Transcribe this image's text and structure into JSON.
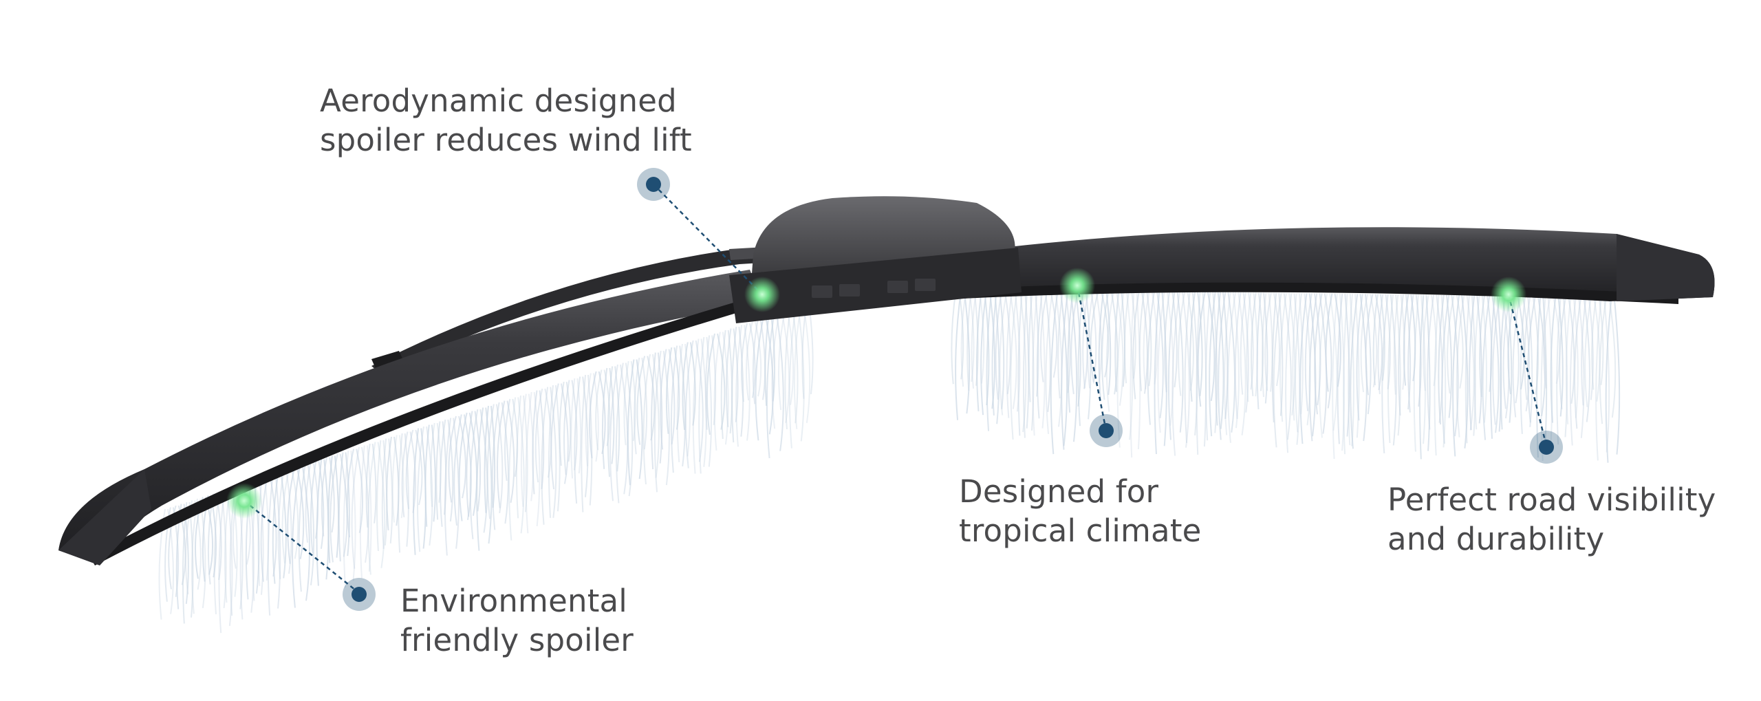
{
  "callouts": [
    {
      "id": "aero",
      "line1": "Aerodynamic designed",
      "line2": "spoiler reduces wind lift"
    },
    {
      "id": "env",
      "line1": "Environmental",
      "line2": "friendly spoiler"
    },
    {
      "id": "tropical",
      "line1": "Designed for",
      "line2": "tropical climate"
    },
    {
      "id": "visibility",
      "line1": "Perfect road visibility",
      "line2": "and durability"
    }
  ],
  "colors": {
    "text": "#4a4a4c",
    "blade": "#2e2e31",
    "marker_blue": "#1f4e73",
    "marker_green": "#6fe08a",
    "water": "#c9d6e3"
  },
  "product": "wiper-blade"
}
